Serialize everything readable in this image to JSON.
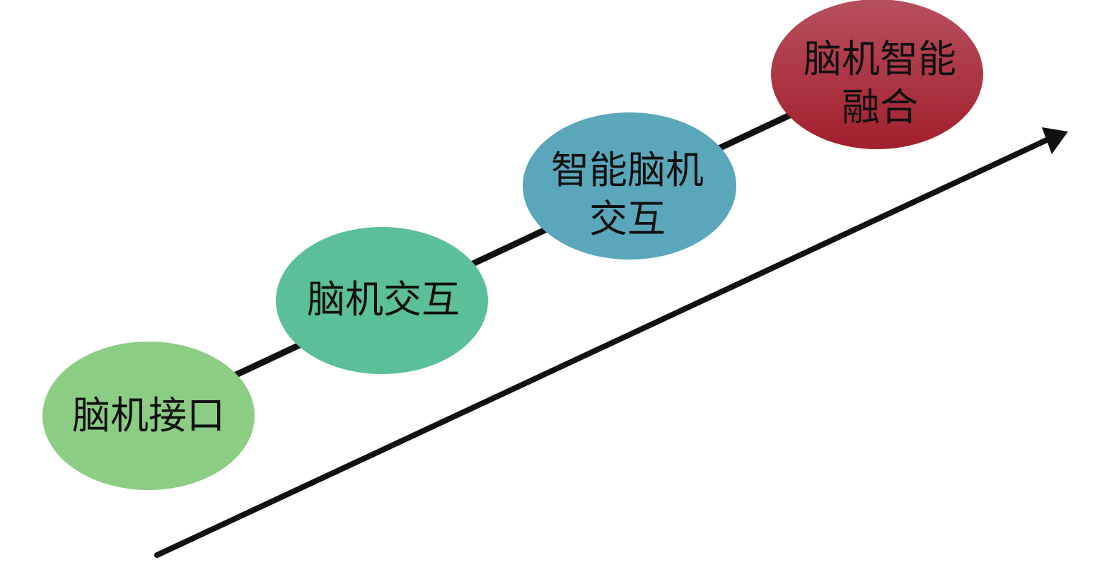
{
  "stages": [
    {
      "lines": [
        "脑机接口"
      ],
      "color": "#8ccd84"
    },
    {
      "lines": [
        "脑机交互"
      ],
      "color": "#5bbf98"
    },
    {
      "lines": [
        "智能脑机",
        "交互"
      ],
      "color": "#5aa7bb"
    },
    {
      "lines": [
        "脑机智能",
        "融合"
      ],
      "color": "#b03a4a"
    }
  ],
  "colors": {
    "connector": "#111111",
    "arrow": "#111111",
    "text": "#111111"
  }
}
